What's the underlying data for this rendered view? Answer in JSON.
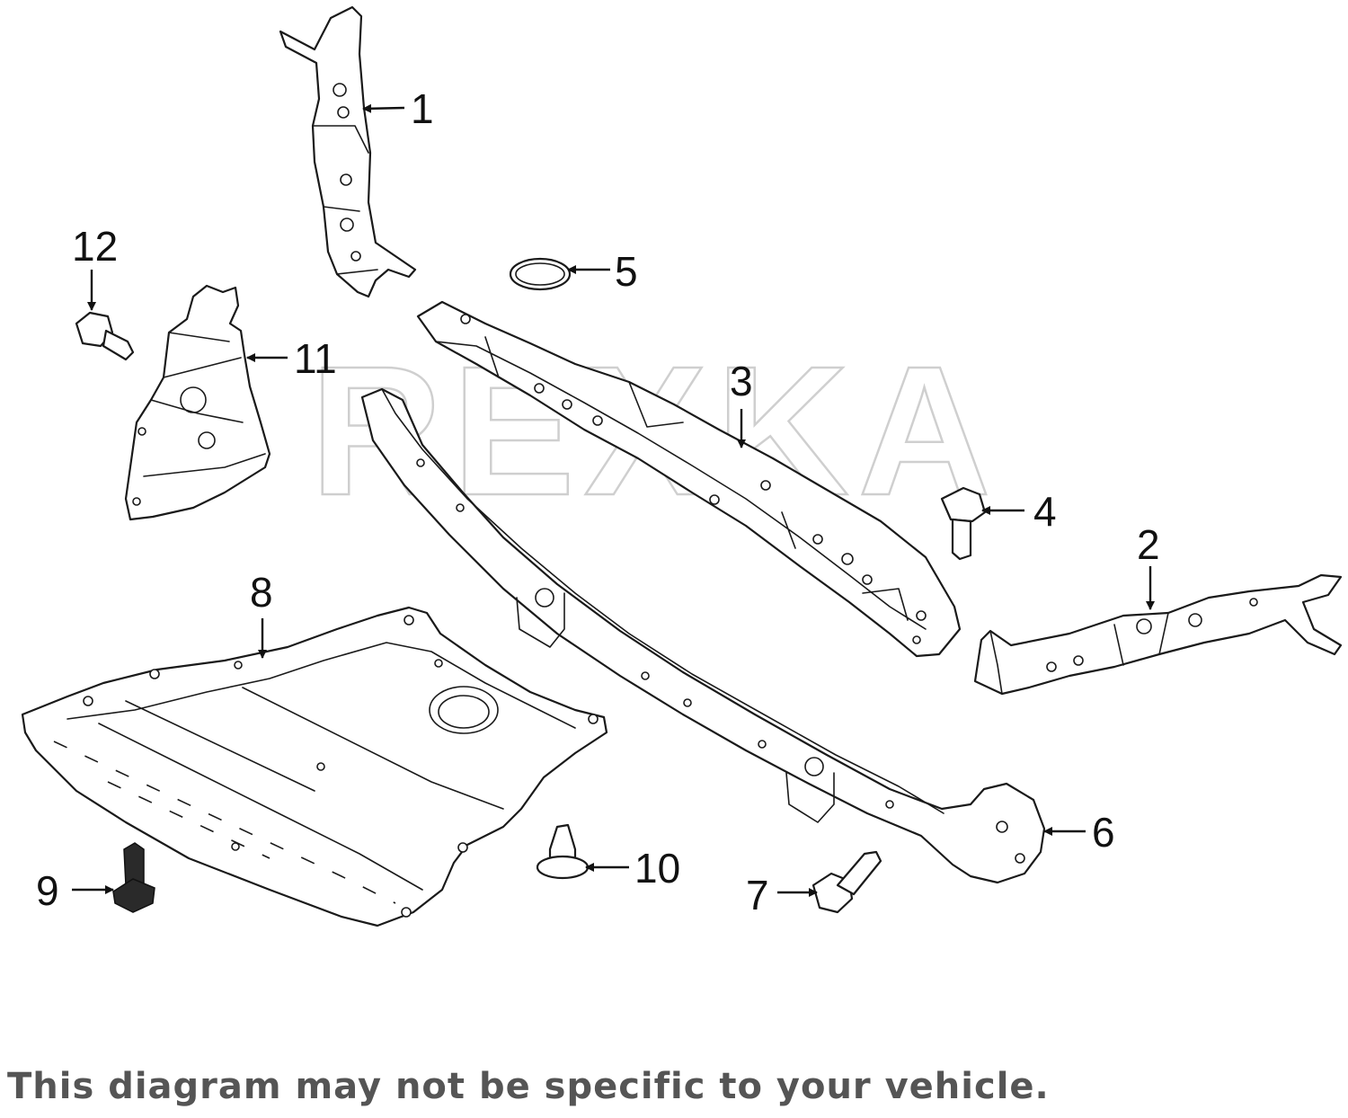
{
  "watermark": "REXKA",
  "disclaimer": "This diagram may not be specific to your vehicle.",
  "callouts": [
    {
      "id": "1",
      "label": "1"
    },
    {
      "id": "2",
      "label": "2"
    },
    {
      "id": "3",
      "label": "3"
    },
    {
      "id": "4",
      "label": "4"
    },
    {
      "id": "5",
      "label": "5"
    },
    {
      "id": "6",
      "label": "6"
    },
    {
      "id": "7",
      "label": "7"
    },
    {
      "id": "8",
      "label": "8"
    },
    {
      "id": "9",
      "label": "9"
    },
    {
      "id": "10",
      "label": "10"
    },
    {
      "id": "11",
      "label": "11"
    },
    {
      "id": "12",
      "label": "12"
    }
  ],
  "colors": {
    "line": "#1a1a1a",
    "watermark": "#cfcfcf",
    "disclaimer": "#555555"
  }
}
